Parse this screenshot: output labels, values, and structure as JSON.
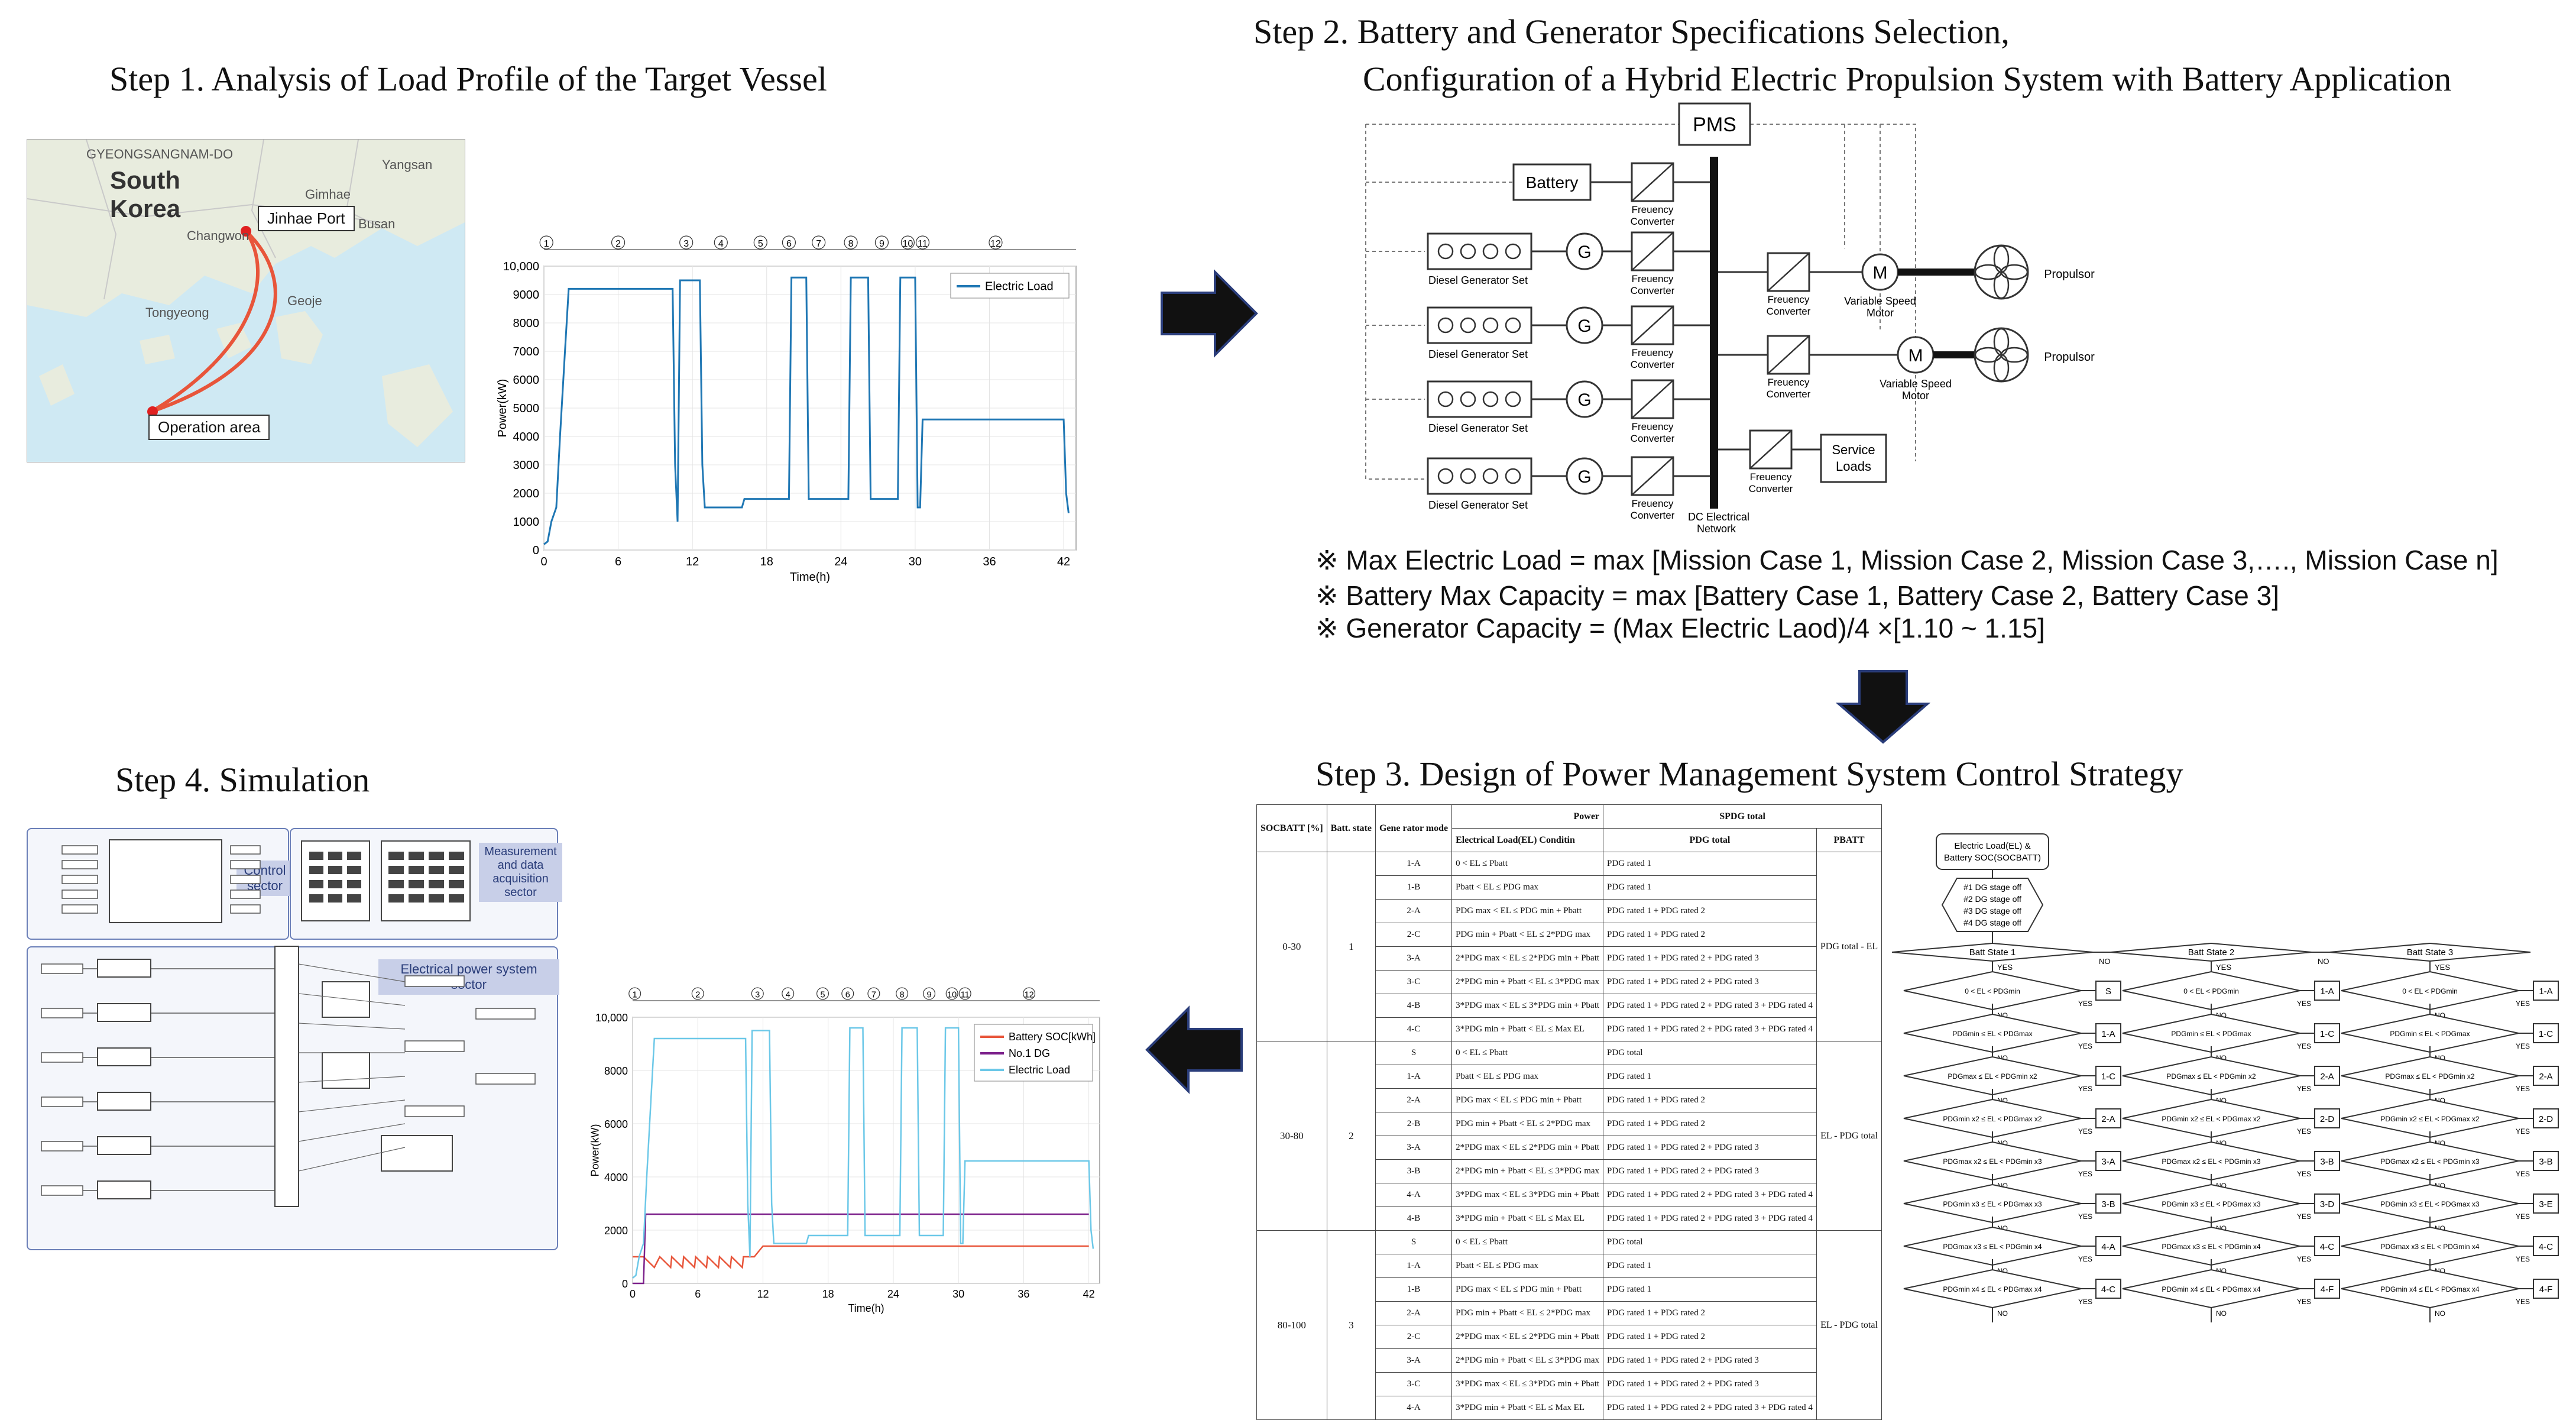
{
  "steps": {
    "step1": {
      "num": "Step 1.",
      "text": "Analysis of Load Profile of the Target Vessel"
    },
    "step2": {
      "num": "Step 2.",
      "line1": "Battery and Generator Specifications Selection,",
      "line2": "Configuration of a Hybrid Electric Propulsion System with Battery Application"
    },
    "step3": {
      "num": "Step 3.",
      "text": "Design of Power Management System Control Strategy"
    },
    "step4": {
      "num": "Step 4.",
      "text": "Simulation"
    }
  },
  "map": {
    "region": "GYEONGSANGNAM-DO",
    "country_line1": "South",
    "country_line2": "Korea",
    "city1": "Changwon",
    "city2": "Busan",
    "city3": "Yangsan",
    "city4": "Gimhae",
    "city5": "Geoje",
    "city6": "Tongyeong",
    "port": "Jinhae Port",
    "area": "Operation area"
  },
  "load_chart": {
    "legend": "Electric Load",
    "ylabel": "Power(kW)",
    "xlabel": "Time(h)",
    "markers": [
      "1",
      "2",
      "3",
      "4",
      "5",
      "6",
      "7",
      "8",
      "9",
      "10",
      "11",
      "12"
    ]
  },
  "chart_data": [
    {
      "type": "line",
      "title": "",
      "xlabel": "Time(h)",
      "ylabel": "Power(kW)",
      "xlim": [
        0,
        43
      ],
      "ylim": [
        0,
        10000
      ],
      "xticks": [
        0,
        6,
        12,
        18,
        24,
        30,
        36,
        42
      ],
      "yticks": [
        0,
        1000,
        2000,
        3000,
        4000,
        5000,
        6000,
        7000,
        8000,
        9000,
        10000
      ],
      "ytick_labels": [
        "0",
        "1000",
        "2000",
        "3000",
        "4000",
        "5000",
        "6000",
        "7000",
        "8000",
        "9000",
        "10,000"
      ],
      "legend_position": "top-right",
      "series": [
        {
          "name": "Electric Load",
          "color": "#1f77b4",
          "x": [
            0,
            0.3,
            0.6,
            1.0,
            1.3,
            1.7,
            2.0,
            10.4,
            10.6,
            10.8,
            11.0,
            11.2,
            12.6,
            12.8,
            13.0,
            13.2,
            13.4,
            16.0,
            16.2,
            16.4,
            19.8,
            20.0,
            20.2,
            21.2,
            21.4,
            21.6,
            24.6,
            24.8,
            25.0,
            26.2,
            26.4,
            26.6,
            28.6,
            28.8,
            29.0,
            30.0,
            30.2,
            30.4,
            30.6,
            42.0,
            42.2,
            42.4
          ],
          "y": [
            200,
            300,
            1000,
            1500,
            4000,
            7000,
            9200,
            9200,
            3000,
            1000,
            9500,
            9500,
            9500,
            3000,
            1500,
            1500,
            1500,
            1500,
            1800,
            1800,
            1800,
            9600,
            9600,
            9600,
            1800,
            1800,
            1800,
            9600,
            9600,
            9600,
            1800,
            1800,
            1800,
            9600,
            9600,
            9600,
            1500,
            1500,
            4600,
            4600,
            2000,
            1300
          ]
        }
      ]
    },
    {
      "type": "line",
      "title": "",
      "xlabel": "Time(h)",
      "ylabel": "Power(kW)",
      "xlim": [
        0,
        43
      ],
      "ylim": [
        0,
        10000
      ],
      "xticks": [
        0,
        6,
        12,
        18,
        24,
        30,
        36,
        42
      ],
      "yticks": [
        0,
        2000,
        4000,
        6000,
        8000,
        10000
      ],
      "ytick_labels": [
        "0",
        "2000",
        "4000",
        "6000",
        "8000",
        "10,000"
      ],
      "legend_position": "top-right",
      "series": [
        {
          "name": "Battery SOC[kWh]",
          "color": "#e8553a",
          "x": [
            0,
            1,
            2,
            2.5,
            3.5,
            3.6,
            4.6,
            4.7,
            5.7,
            5.8,
            6.8,
            6.9,
            7.9,
            8.0,
            9.0,
            9.1,
            10.1,
            10.2,
            11.2,
            12,
            14,
            15,
            16,
            42
          ],
          "y": [
            1000,
            1000,
            600,
            1000,
            600,
            1000,
            600,
            1000,
            600,
            1000,
            600,
            1000,
            600,
            1000,
            600,
            1000,
            600,
            1000,
            1000,
            1400,
            1400,
            1400,
            1400,
            1400
          ]
        },
        {
          "name": "No.1 DG",
          "color": "#7b1f8a",
          "x": [
            0,
            1,
            1.2,
            11,
            11.2,
            13,
            13.2,
            42
          ],
          "y": [
            0,
            0,
            2600,
            2600,
            2600,
            2600,
            2600,
            2600
          ]
        },
        {
          "name": "Electric Load",
          "color": "#6cc8e8",
          "x": [
            0,
            0.3,
            0.6,
            1.0,
            1.3,
            1.7,
            2.0,
            10.4,
            10.6,
            10.8,
            11.0,
            11.2,
            12.6,
            12.8,
            13.0,
            13.2,
            13.4,
            16.0,
            16.2,
            16.4,
            19.8,
            20.0,
            20.2,
            21.2,
            21.4,
            21.6,
            24.6,
            24.8,
            25.0,
            26.2,
            26.4,
            26.6,
            28.6,
            28.8,
            29.0,
            30.0,
            30.2,
            30.4,
            30.6,
            42.0,
            42.2,
            42.4
          ],
          "y": [
            200,
            300,
            1000,
            1500,
            4000,
            7000,
            9200,
            9200,
            3000,
            1000,
            9500,
            9500,
            9500,
            3000,
            1500,
            1500,
            1500,
            1500,
            1800,
            1800,
            1800,
            9600,
            9600,
            9600,
            1800,
            1800,
            1800,
            9600,
            9600,
            9600,
            1800,
            1800,
            1800,
            9600,
            9600,
            9600,
            1500,
            1500,
            4600,
            4600,
            2000,
            1300
          ]
        }
      ]
    }
  ],
  "system": {
    "pms": "PMS",
    "battery": "Battery",
    "gen_label": "Diesel Generator Set",
    "conv_label": "Freuency Converter",
    "conv_line1": "Freuency",
    "conv_line2": "Converter",
    "motor_line1": "Variable Speed",
    "motor_line2": "Motor",
    "propulsor": "Propulsor",
    "service_line1": "Service",
    "service_line2": "Loads",
    "dc_line1": "DC Electrical",
    "dc_line2": "Network",
    "g": "G",
    "m": "M"
  },
  "notes": {
    "n1": "※ Max Electric Load = max [Mission Case 1, Mission Case 2, Mission Case 3,…., Mission Case n]",
    "n2": "※ Battery Max Capacity = max [Battery Case 1, Battery Case 2, Battery Case 3]",
    "n3": "※  Generator Capacity =  (Max Electric Laod)/4  ×[1.10 ~ 1.15]"
  },
  "pms_table": {
    "h_soc": "SOCBATT [%]",
    "h_batt": "Batt. state",
    "h_mode": "Gene rator mode",
    "h_power": "Power",
    "h_cond": "Electrical Load(EL) Conditin",
    "h_sp": "SPDG total",
    "h_pdg": "PDG total",
    "h_pbatt": "PBATT",
    "groups": [
      {
        "soc": "0-30",
        "state": "1",
        "batt_expr": "PDG total - EL",
        "rows": [
          {
            "mode": "1-A",
            "cond": "0 < EL ≤ Pbatt",
            "pdg": "PDG rated 1"
          },
          {
            "mode": "1-B",
            "cond": "Pbatt < EL ≤ PDG max",
            "pdg": "PDG rated 1"
          },
          {
            "mode": "2-A",
            "cond": "PDG max < EL ≤ PDG min + Pbatt",
            "pdg": "PDG rated 1 + PDG rated 2"
          },
          {
            "mode": "2-C",
            "cond": "PDG min + Pbatt < EL ≤ 2*PDG max",
            "pdg": "PDG rated 1 + PDG rated 2"
          },
          {
            "mode": "3-A",
            "cond": "2*PDG max < EL ≤ 2*PDG min + Pbatt",
            "pdg": "PDG rated 1 + PDG rated 2 + PDG rated 3"
          },
          {
            "mode": "3-C",
            "cond": "2*PDG min + Pbatt < EL ≤ 3*PDG max",
            "pdg": "PDG rated 1 + PDG rated 2 + PDG rated 3"
          },
          {
            "mode": "4-B",
            "cond": "3*PDG max < EL ≤ 3*PDG min + Pbatt",
            "pdg": "PDG rated 1 + PDG rated 2 + PDG rated 3 + PDG rated 4"
          },
          {
            "mode": "4-C",
            "cond": "3*PDG min + Pbatt < EL ≤ Max EL",
            "pdg": "PDG rated 1 + PDG rated 2 + PDG rated 3 + PDG rated 4"
          }
        ]
      },
      {
        "soc": "30-80",
        "state": "2",
        "batt_expr": "EL - PDG total",
        "rows": [
          {
            "mode": "S",
            "cond": "0 < EL ≤ Pbatt",
            "pdg": "PDG total"
          },
          {
            "mode": "1-A",
            "cond": "Pbatt < EL ≤ PDG max",
            "pdg": "PDG rated 1"
          },
          {
            "mode": "2-A",
            "cond": "PDG max < EL ≤ PDG min + Pbatt",
            "pdg": "PDG rated 1 + PDG rated 2"
          },
          {
            "mode": "2-B",
            "cond": "PDG min + Pbatt < EL ≤ 2*PDG max",
            "pdg": "PDG rated 1 + PDG rated 2"
          },
          {
            "mode": "3-A",
            "cond": "2*PDG max < EL ≤ 2*PDG min + Pbatt",
            "pdg": "PDG rated 1 + PDG rated 2 + PDG rated 3"
          },
          {
            "mode": "3-B",
            "cond": "2*PDG min + Pbatt < EL ≤ 3*PDG max",
            "pdg": "PDG rated 1 + PDG rated 2 + PDG rated 3"
          },
          {
            "mode": "4-A",
            "cond": "3*PDG max < EL ≤ 3*PDG min + Pbatt",
            "pdg": "PDG rated 1 + PDG rated 2 + PDG rated 3 + PDG rated 4"
          },
          {
            "mode": "4-B",
            "cond": "3*PDG min + Pbatt < EL ≤ Max EL",
            "pdg": "PDG rated 1 + PDG rated 2 + PDG rated 3 + PDG rated 4"
          }
        ]
      },
      {
        "soc": "80-100",
        "state": "3",
        "batt_expr": "EL - PDG total",
        "rows": [
          {
            "mode": "S",
            "cond": "0 < EL ≤ Pbatt",
            "pdg": "PDG total"
          },
          {
            "mode": "1-A",
            "cond": "Pbatt < EL ≤ PDG max",
            "pdg": "PDG rated 1"
          },
          {
            "mode": "1-B",
            "cond": "PDG max < EL ≤ PDG min + Pbatt",
            "pdg": "PDG rated 1"
          },
          {
            "mode": "2-A",
            "cond": "PDG min + Pbatt < EL ≤ 2*PDG max",
            "pdg": "PDG rated 1 + PDG rated 2"
          },
          {
            "mode": "2-C",
            "cond": "2*PDG max < EL ≤ 2*PDG min + Pbatt",
            "pdg": "PDG rated 1 + PDG rated 2"
          },
          {
            "mode": "3-A",
            "cond": "2*PDG min + Pbatt < EL ≤ 3*PDG max",
            "pdg": "PDG rated 1 + PDG rated 2 + PDG rated 3"
          },
          {
            "mode": "3-C",
            "cond": "3*PDG max < EL ≤ 3*PDG min + Pbatt",
            "pdg": "PDG rated 1 + PDG rated 2 + PDG rated 3"
          },
          {
            "mode": "4-A",
            "cond": "3*PDG min + Pbatt < EL ≤ Max EL",
            "pdg": "PDG rated 1 + PDG rated 2 + PDG rated 3 + PDG rated 4"
          }
        ]
      }
    ]
  },
  "flowchart": {
    "start_line1": "Electric Load(EL) &",
    "start_line2": "Battery SOC(SOCBATT)",
    "init": [
      "#1 DG stage off",
      "#2 DG stage off",
      "#3 DG stage off",
      "#4 DG stage off"
    ],
    "states": [
      "Batt State 1",
      "Batt State 2",
      "Batt State 3"
    ],
    "yes": "YES",
    "no": "NO",
    "col1_out": [
      "S",
      "1-A",
      "1-C",
      "2-A",
      "3-A",
      "3-B",
      "4-A",
      "4-C"
    ],
    "col2_out": [
      "1-A",
      "1-C",
      "2-A",
      "2-D",
      "3-B",
      "3-D",
      "4-C",
      "4-F"
    ],
    "col3_out": [
      "1-A",
      "1-C",
      "2-A",
      "2-D",
      "3-B",
      "3-E",
      "4-C",
      "4-F"
    ],
    "cond_lines": [
      "0 < EL < PDGmin",
      "PDGmin ≤ EL < PDGmax",
      "PDGmax ≤ EL < PDGmin x2",
      "PDGmin x2 ≤ EL < PDGmax x2",
      "PDGmax x2 ≤ EL < PDGmin x3",
      "PDGmin x3 ≤ EL < PDGmax x3",
      "PDGmax x3 ≤ EL < PDGmin x4",
      "PDGmin x4 ≤ EL < PDGmax x4"
    ]
  },
  "simulation": {
    "control": "Control sector",
    "measure": "Measurement and data acquisition sector",
    "elec": "Electrical power system sector",
    "legend1": "Battery SOC[kWh]",
    "legend2": "No.1 DG",
    "legend3": "Electric Load",
    "xlabel": "Time(h)",
    "ylabel": "Power(kW)"
  },
  "colors": {
    "arrow": "#111111",
    "arrow_edge": "#2a3d7a",
    "load_line": "#1f77b4",
    "soc": "#e8553a",
    "dg": "#7b1f8a",
    "el": "#6cc8e8",
    "sector_label": "#c8cfe8"
  }
}
